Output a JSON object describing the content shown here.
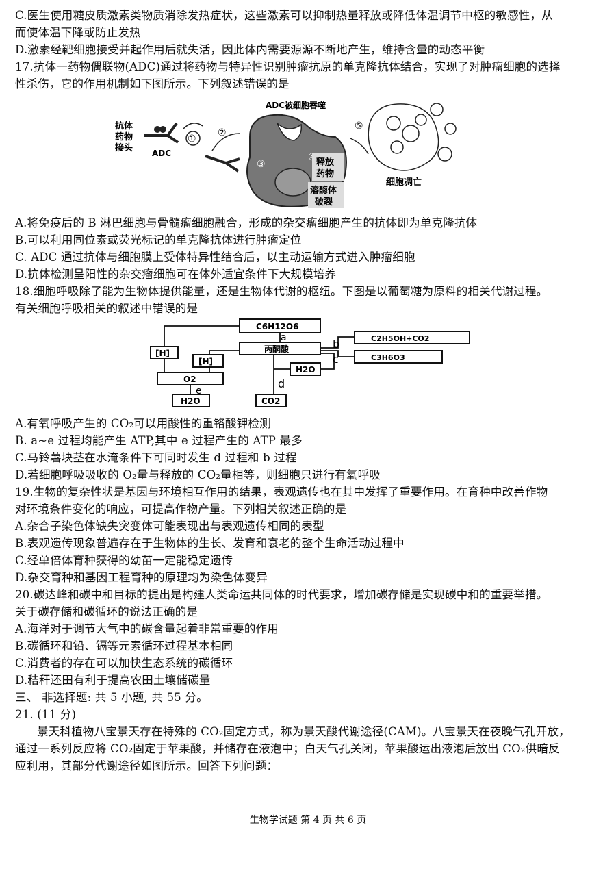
{
  "lines": [
    "C.医生使用糖皮质激素类物质消除发热症状，这些激素可以抑制热量释放或降低体温调节中枢的敏感性，从",
    "而使体温下降或防止发热",
    "D.激素经靶细胞接受并起作用后就失活，因此体内需要源源不断地产生，维持含量的动态平衡",
    "17.抗体一药物偶联物(ADC)通过将药物与特异性识别肿瘤抗原的单克隆抗体结合，实现了对肿瘤细胞的选择",
    "性杀伤，它的作用机制如下图所示。下列叙述错误的是"
  ],
  "q17_options": [
    "A.将免疫后的 B 淋巴细胞与骨髓瘤细胞融合，形成的杂交瘤细胞产生的抗体即为单克隆抗体",
    "B.可以利用同位素或荧光标记的单克隆抗体进行肿瘤定位",
    "C.  ADC 通过抗体与细胞膜上受体特异性结合后，以主动运输方式进入肿瘤细胞",
    "D.抗体检测呈阳性的杂交瘤细胞可在体外适宜条件下大规模培养"
  ],
  "q18_lines": [
    "18.细胞呼吸除了能为生物体提供能量，还是生物体代谢的枢纽。下图是以葡萄糖为原料的相关代谢过程。",
    "有关细胞呼吸相关的叙述中错误的是"
  ],
  "q18_options": [
    "A.有氧呼吸产生的 CO₂可以用酸性的重铬酸钾检测",
    "B.  a~e 过程均能产生 ATP,其中 e 过程产生的 ATP 最多",
    "C.马铃薯块茎在水淹条件下可同时发生 d 过程和 b 过程",
    "D.若细胞呼吸吸收的 O₂量与释放的 CO₂量相等，则细胞只进行有氧呼吸"
  ],
  "q19_lines": [
    "19.生物的复杂性状是基因与环境相互作用的结果，表观遗传也在其中发挥了重要作用。在育种中改善作物",
    "对环境条件变化的响应，可提高作物产量。下列相关叙述正确的是",
    "A.杂合子染色体缺失突变体可能表现出与表观遗传相同的表型",
    "B.表观遗传现象普遍存在于生物体的生长、发育和衰老的整个生命活动过程中",
    "C.经单倍体育种获得的幼苗一定能稳定遗传",
    "D.杂交育种和基因工程育种的原理均为染色体变异"
  ],
  "q20_lines": [
    "20.碳达峰和碳中和目标的提出是构建人类命运共同体的时代要求，增加碳存储是实现碳中和的重要举措。",
    "关于碳存储和碳循环的说法正确的是",
    "A.海洋对于调节大气中的碳含量起着非常重要的作用",
    "B.碳循环和铅、镉等元素循环过程基本相同",
    "C.消费者的存在可以加快生态系统的碳循环",
    "D.秸秆还田有利于提高农田土壤储碳量"
  ],
  "section3": "三、 非选择题: 共 5 小题, 共 55 分。",
  "q21_head": "21. (11 分)",
  "q21_para": [
    "景天科植物八宝景天存在特殊的 CO₂固定方式，称为景天酸代谢途径(CAM)。八宝景天在夜晚气孔开放，",
    "通过一系列反应将 CO₂固定于苹果酸，并储存在液泡中；白天气孔关闭，苹果酸运出液泡后放出 CO₂供暗反",
    "应利用，其部分代谢途径如图所示。回答下列问题："
  ],
  "adc_fig": {
    "antibody": "抗体",
    "drug": "药物",
    "linker": "接头",
    "adc": "ADC",
    "engulfed": "ADC被细胞吞噬",
    "steps": [
      "①",
      "②",
      "③",
      "④",
      "⑤"
    ],
    "release1": "释放",
    "release2": "药物",
    "lyso1": "溶酶体",
    "lyso2": "破裂",
    "death": "细胞凋亡"
  },
  "resp_fig": {
    "glucose": "C6H12O6",
    "pyruvate": "丙酮酸",
    "ethanol": "C2H5OH+CO2",
    "lactate": "C3H6O3",
    "h1": "[H]",
    "h2": "[H]",
    "o2": "O2",
    "h2o_in": "H2O",
    "h2o_out": "H2O",
    "co2": "CO2",
    "a": "a",
    "b": "b",
    "c": "c",
    "d": "d",
    "e": "e"
  },
  "footer": "生物学试题 第 4 页 共 6 页"
}
